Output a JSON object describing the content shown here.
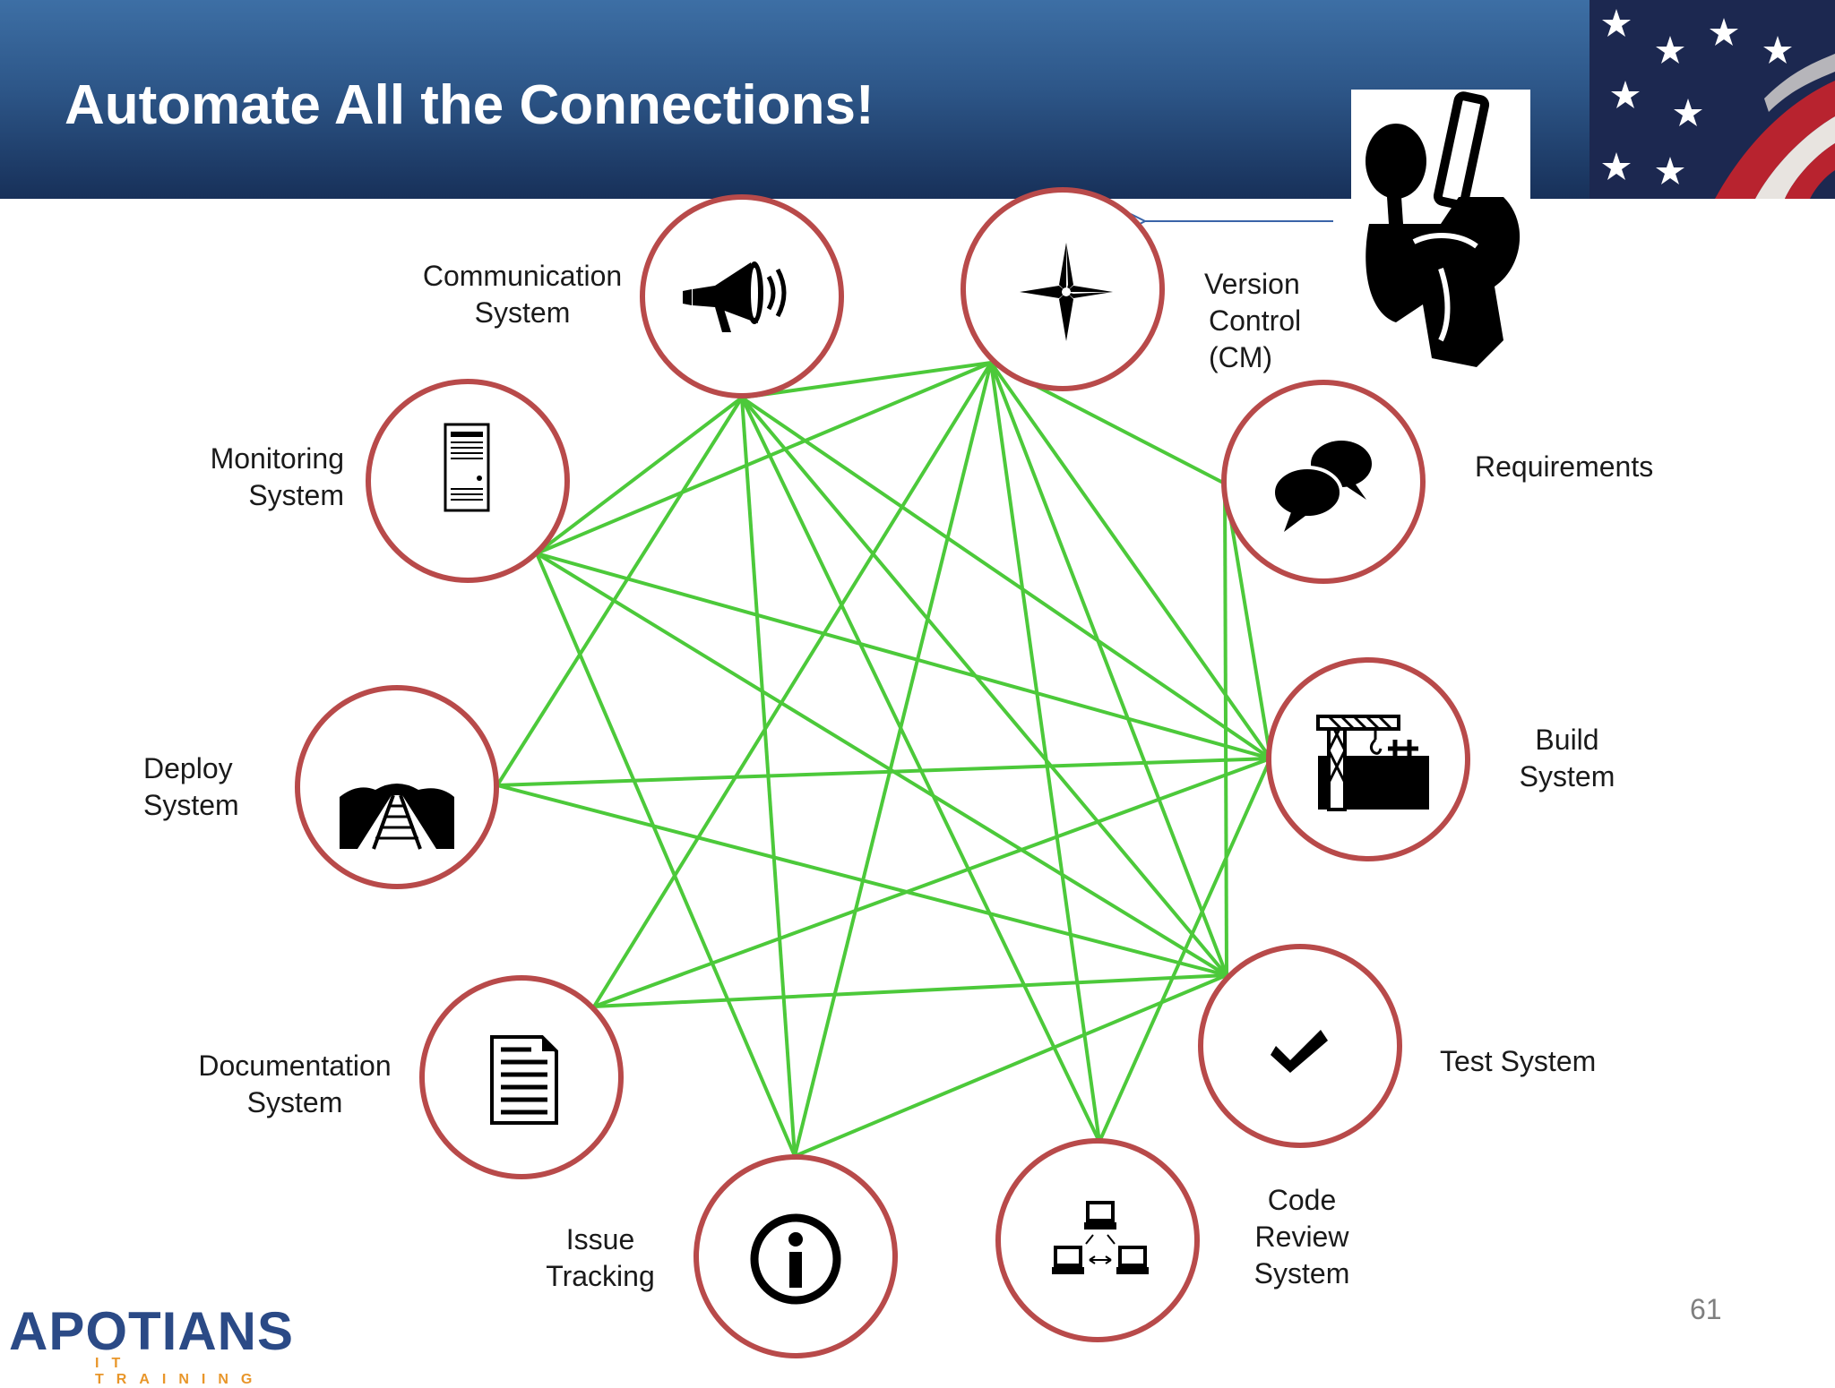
{
  "header": {
    "title": "Automate All the Connections!"
  },
  "page_number": "61",
  "logo": {
    "name": "APOTIANS",
    "sub": "IT TRAINING"
  },
  "colors": {
    "header": "#2d5688",
    "circle_stroke": "#b84a4a",
    "connection_line": "#4cc93a",
    "arrow": "#3a64a8"
  },
  "nodes": [
    {
      "id": "communication",
      "label_lines": [
        "Communication",
        "System"
      ],
      "icon": "megaphone-icon"
    },
    {
      "id": "version-control",
      "label_lines": [
        "Version",
        "Control",
        "(CM)"
      ],
      "icon": "compass-star-icon"
    },
    {
      "id": "requirements",
      "label_lines": [
        "Requirements"
      ],
      "icon": "chat-bubbles-icon"
    },
    {
      "id": "build",
      "label_lines": [
        "Build",
        "System"
      ],
      "icon": "construction-crane-icon"
    },
    {
      "id": "test",
      "label_lines": [
        "Test System"
      ],
      "icon": "checkmark-icon"
    },
    {
      "id": "code-review",
      "label_lines": [
        "Code",
        "Review",
        "System"
      ],
      "icon": "network-computers-icon"
    },
    {
      "id": "issue-tracking",
      "label_lines": [
        "Issue",
        "Tracking"
      ],
      "icon": "info-icon"
    },
    {
      "id": "documentation",
      "label_lines": [
        "Documentation",
        "System"
      ],
      "icon": "document-icon"
    },
    {
      "id": "deploy",
      "label_lines": [
        "Deploy",
        "System"
      ],
      "icon": "railroad-track-icon"
    },
    {
      "id": "monitoring",
      "label_lines": [
        "Monitoring",
        "System"
      ],
      "icon": "server-tower-icon"
    }
  ],
  "connections": [
    [
      "communication",
      "version-control"
    ],
    [
      "communication",
      "monitoring"
    ],
    [
      "communication",
      "deploy"
    ],
    [
      "communication",
      "issue-tracking"
    ],
    [
      "communication",
      "code-review"
    ],
    [
      "communication",
      "build"
    ],
    [
      "communication",
      "test"
    ],
    [
      "version-control",
      "requirements"
    ],
    [
      "version-control",
      "build"
    ],
    [
      "version-control",
      "test"
    ],
    [
      "version-control",
      "code-review"
    ],
    [
      "version-control",
      "issue-tracking"
    ],
    [
      "version-control",
      "documentation"
    ],
    [
      "version-control",
      "monitoring"
    ],
    [
      "requirements",
      "build"
    ],
    [
      "requirements",
      "test"
    ],
    [
      "monitoring",
      "build"
    ],
    [
      "monitoring",
      "test"
    ],
    [
      "monitoring",
      "issue-tracking"
    ],
    [
      "deploy",
      "build"
    ],
    [
      "deploy",
      "test"
    ],
    [
      "documentation",
      "build"
    ],
    [
      "documentation",
      "test"
    ],
    [
      "issue-tracking",
      "test"
    ],
    [
      "build",
      "code-review"
    ]
  ],
  "decor": {
    "flag_icon": "american-flag-icon",
    "joystick_icon": "joystick-icon"
  }
}
